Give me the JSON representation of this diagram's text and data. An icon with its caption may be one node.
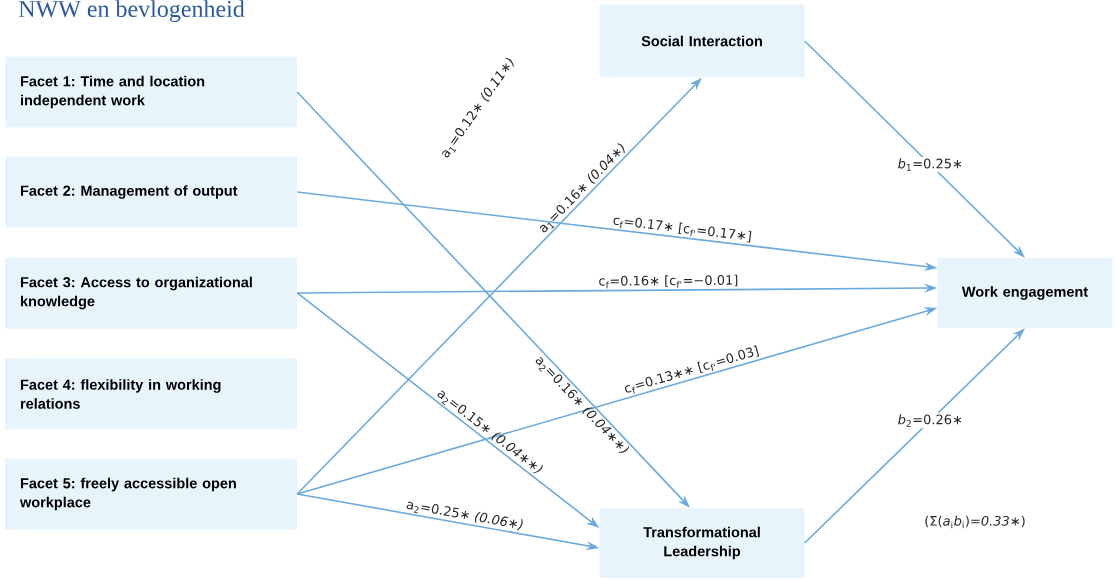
{
  "diagram": {
    "title": "NWW en bevlogenheid",
    "nodes": [
      {
        "text": [
          "Facet 1: Time and location independent work"
        ]
      },
      {
        "text": [
          "Facet 2: Management of output"
        ]
      },
      {
        "text": [
          "Facet 3: Access to organizational knowledge"
        ]
      },
      {
        "text": [
          "Facet 4: flexibility in working relations"
        ]
      },
      {
        "text": [
          "Facet 5: freely accessible open workplace"
        ]
      },
      {
        "text": [
          "Social Interaction"
        ]
      },
      {
        "text": [
          "Work engagement"
        ]
      },
      {
        "text": [
          "Transformational Leadership"
        ]
      }
    ],
    "edges": [
      {
        "from": 0,
        "to": 7,
        "arrow": "to",
        "label": "a$_{2}$=0.16∗ *(0.04∗∗)*"
      },
      {
        "from": 1,
        "to": 6,
        "arrow": "to",
        "label": "c$_{f}$=0.17∗ [c$_{f'}$=0.17∗]"
      },
      {
        "from": 2,
        "to": 6,
        "arrow": "to",
        "label": "c$_{f}$=0.16∗ [c$_{f'}$=−0.01]"
      },
      {
        "from": 2,
        "to": 7,
        "arrow": "to",
        "label": "a$_{2}$=0.15∗ *(0.04∗∗)*"
      },
      {
        "from": 4,
        "to": 5,
        "arrow": "to",
        "label": "a$_{1}$=0.16∗ *(0.04∗)*"
      },
      {
        "from": 4,
        "to": 6,
        "arrow": "to",
        "label": "c$_{f}$=0.13∗∗ [c$_{f'}$=0.03]"
      },
      {
        "from": 4,
        "to": 7,
        "arrow": "to",
        "label": "a$_{2}$=0.25∗ *(0.06∗)*"
      },
      {
        "from": 5,
        "to": 6,
        "arrow": "to",
        "label": "*b*$_{1}$=0.25∗"
      },
      {
        "from": 7,
        "to": 6,
        "arrow": "to",
        "label": "*b*$_{2}$=0.26∗"
      }
    ],
    "labels": [
      "a$_{1}$=0.12∗ *(0.11∗)*",
      "(Σ(*a*$_{i}$*b*$_{i}$)=*0.33∗*)"
    ]
  }
}
